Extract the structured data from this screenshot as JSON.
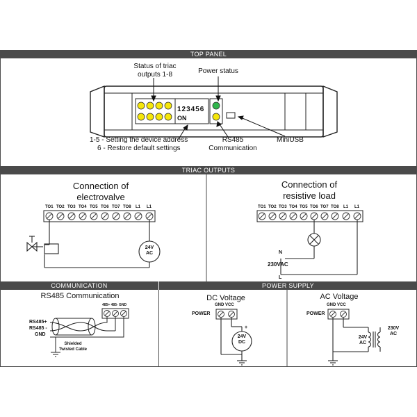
{
  "sections": {
    "top_panel": "TOP PANEL",
    "triac_outputs": "TRIAC OUTPUTS",
    "communication": "COMMUNICATION",
    "power_supply": "POWER SUPPLY"
  },
  "top_panel": {
    "status_triac_line1": "Status of triac",
    "status_triac_line2": "outputs 1-8",
    "power_status": "Power status",
    "dip_numbers": "123456",
    "dip_on": "ON",
    "address_line1": "1-5 - Setting the device address",
    "address_line2": "6 - Restore default settings",
    "rs485_line1": "RS485",
    "rs485_line2": "Communication",
    "miniusb": "MiniUSB",
    "colors": {
      "led_yellow": "#f5e60a",
      "led_green": "#2fb54a"
    }
  },
  "triac": {
    "electrovalve_title_line1": "Connection of",
    "electrovalve_title_line2": "electrovalve",
    "resistive_title_line1": "Connection of",
    "resistive_title_line2": "resistive load",
    "terminals": [
      "TO1",
      "TO2",
      "TO3",
      "TO4",
      "TO5",
      "TO6",
      "TO7",
      "TO8",
      "L1",
      "L1"
    ],
    "dc_source": "24V AC",
    "dc_source_line1": "24V",
    "dc_source_line2": "AC",
    "neutral": "N",
    "voltage": "230VAC",
    "line": "L"
  },
  "communication": {
    "title": "RS485 Communication",
    "terminal_labels": "485+ 485- GND",
    "wire_labels": [
      "RS485+",
      "RS485 -",
      "GND"
    ],
    "cable_line1": "Shielded",
    "cable_line2": "Twisted Cable"
  },
  "power": {
    "dc_title": "DC Voltage",
    "ac_title": "AC Voltage",
    "terminals_label": "GND VCC",
    "power_label": "POWER",
    "dc_source_line1": "24V",
    "dc_source_line2": "DC",
    "ac_secondary_line1": "24V",
    "ac_secondary_line2": "AC",
    "ac_primary_line1": "230V",
    "ac_primary_line2": "AC",
    "plus": "+"
  }
}
